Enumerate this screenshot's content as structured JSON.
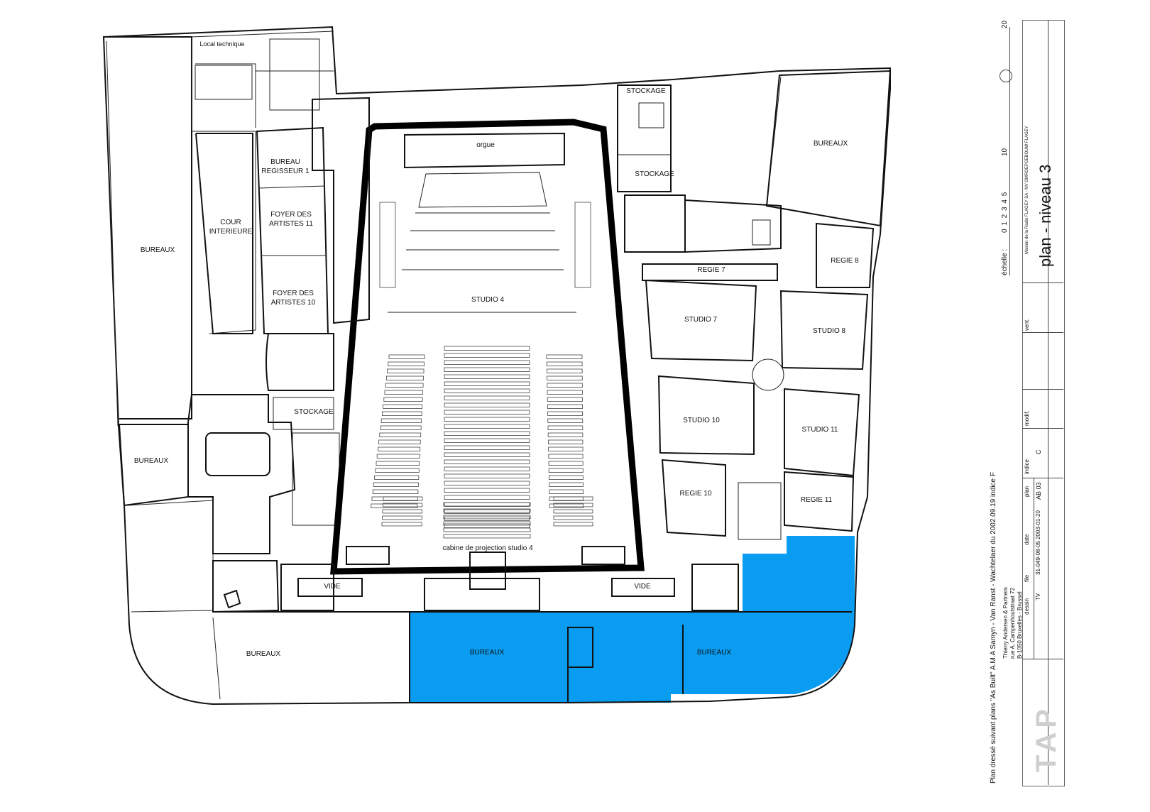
{
  "rooms": {
    "local_technique": "Local technique",
    "stockage_top": "STOCKAGE",
    "stockage_2": "STOCKAGE",
    "stockage_left": "STOCKAGE",
    "bureaux_top_right": "BUREAUX",
    "bureau_regisseur_line1": "BUREAU",
    "bureau_regisseur_line2": "REGISSEUR 1",
    "cour_line1": "COUR",
    "cour_line2": "INTERIEURE",
    "foyer11_line1": "FOYER DES",
    "foyer11_line2": "ARTISTES 11",
    "foyer10_line1": "FOYER DES",
    "foyer10_line2": "ARTISTES 10",
    "bureaux_left": "BUREAUX",
    "bureaux_left_mid": "BUREAUX",
    "orgue": "orgue",
    "studio4": "STUDIO 4",
    "regie7": "REGIE 7",
    "regie8": "REGIE 8",
    "studio7": "STUDIO 7",
    "studio8": "STUDIO 8",
    "studio10": "STUDIO 10",
    "studio11": "STUDIO 11",
    "regie10": "REGIE 10",
    "regie11": "REGIE 11",
    "cabine": "cabine de projection studio 4",
    "vide_left": "VIDE",
    "vide_right": "VIDE",
    "bureaux_bottom_left": "BUREAUX",
    "bureaux_bottom_mid": "BUREAUX",
    "bureaux_bottom_right": "BUREAUX"
  },
  "highlight_color": "#0a9cf0",
  "title_block": {
    "scale_label": "échelle :",
    "scale_digits": "0  1  2  3  4  5",
    "scale_10": "10",
    "scale_20": "20",
    "client": "Maison de la Radio FLAGEY SA - NV OMROEPGEBOUW FLAGEY",
    "title": "plan - niveau 3",
    "vent_label": "vent.",
    "modif_label": "modif.",
    "indice_label": "indice",
    "indice_value": "C",
    "plan_label": "plan",
    "plan_value": "AB 03",
    "date_label": "date",
    "date_value": "2003-01-20",
    "file_label": "file",
    "file_value": "31-049-08-05",
    "dessin_label": "dessin",
    "dessin_value": "TV",
    "firm_line1": "Thierry Andersen & Partners",
    "firm_line2": "rue A. Campenhoutstraat 72",
    "firm_line3": "B-1050 Bruxelles - Brussel",
    "note": "Plan dressé suivant plans \"As Built\" A.M.A Samyn - Van Ranst - Wachtelaer du 2002.09.19 indice F",
    "logo": "TAP"
  }
}
